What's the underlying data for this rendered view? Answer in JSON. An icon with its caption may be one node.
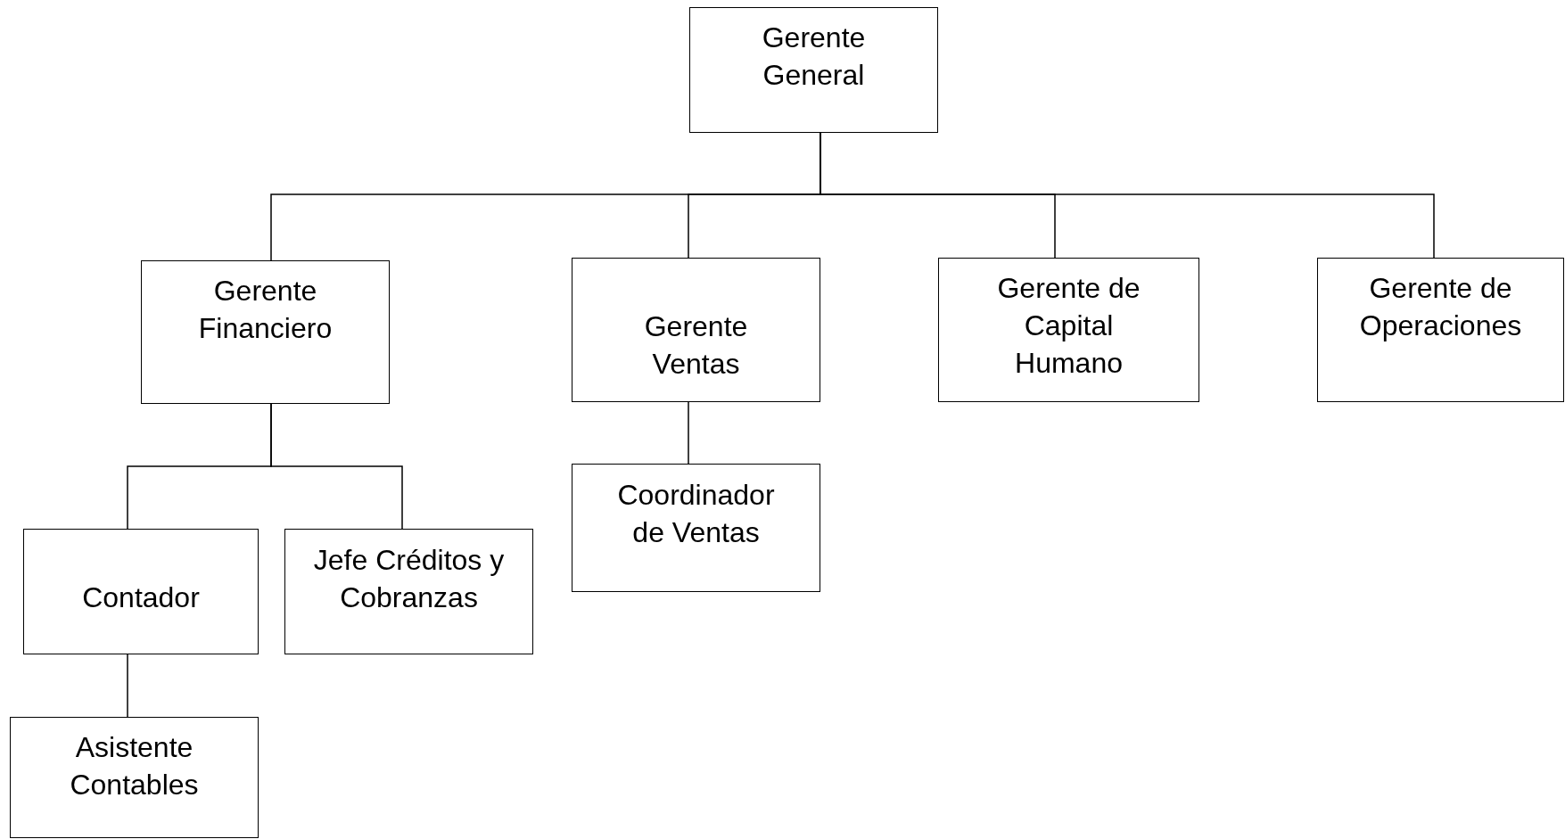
{
  "diagram": {
    "nodes": [
      {
        "text": [
          "Gerente General"
        ]
      },
      {
        "text": [
          "Gerente Financiero"
        ]
      },
      {
        "text": [
          "Gerente Ventas"
        ]
      },
      {
        "text": [
          "Gerente de Capital Humano"
        ]
      },
      {
        "text": [
          "Gerente de Operaciones"
        ]
      },
      {
        "text": [
          "Contador"
        ]
      },
      {
        "text": [
          "Jefe Créditos y Cobranzas"
        ]
      },
      {
        "text": [
          "Coordinador de Ventas"
        ]
      },
      {
        "text": [
          "Asistente Contables"
        ]
      }
    ],
    "edges": [
      {
        "from": 0,
        "to": 1,
        "arrow": "none"
      },
      {
        "from": 0,
        "to": 2,
        "arrow": "none"
      },
      {
        "from": 0,
        "to": 3,
        "arrow": "none"
      },
      {
        "from": 0,
        "to": 4,
        "arrow": "none"
      },
      {
        "from": 1,
        "to": 5,
        "arrow": "none"
      },
      {
        "from": 1,
        "to": 6,
        "arrow": "none"
      },
      {
        "from": 2,
        "to": 7,
        "arrow": "none"
      },
      {
        "from": 5,
        "to": 8,
        "arrow": "none"
      }
    ]
  }
}
